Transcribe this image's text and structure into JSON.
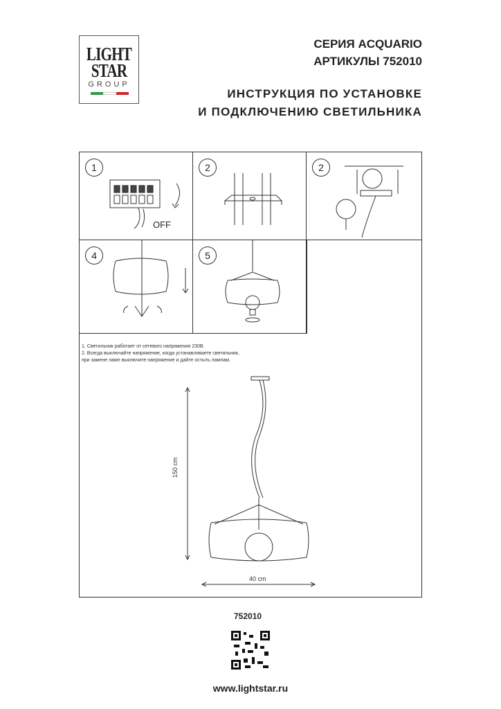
{
  "logo": {
    "line1": "LIGHT",
    "line2": "STAR",
    "line3": "GROUP",
    "flag_colors": [
      "#2e9a47",
      "#ffffff",
      "#d2232a"
    ]
  },
  "header": {
    "series": "СЕРИЯ ACQUARIO",
    "article": "АРТИКУЛЫ 752010",
    "title_line1": "ИНСТРУКЦИЯ ПО УСТАНОВКЕ",
    "title_line2": "И ПОДКЛЮЧЕНИЮ СВЕТИЛЬНИКА"
  },
  "steps": [
    {
      "number": "1",
      "label": "OFF"
    },
    {
      "number": "2"
    },
    {
      "number": "2"
    },
    {
      "number": "4"
    },
    {
      "number": "5"
    }
  ],
  "notes": [
    "1. Светильник работает от сетевого напряжения 230В.",
    "2. Всегда выключайте напряжение, когда устанавливаете светильник,",
    "при замене ламп выключите напряжение и дайте остыть лампам."
  ],
  "dimensions": {
    "height": "150 cm",
    "width": "40 cm"
  },
  "footer": {
    "article_code": "752010",
    "website": "www.lightstar.ru"
  }
}
